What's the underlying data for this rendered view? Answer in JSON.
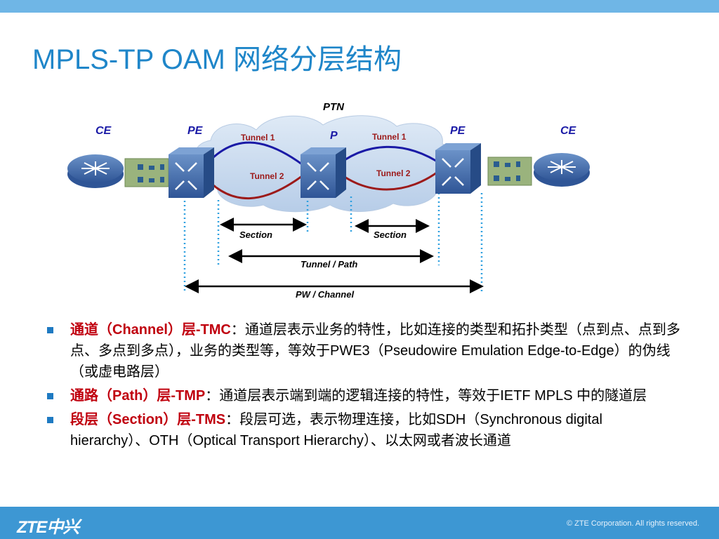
{
  "slide": {
    "title": "MPLS-TP OAM 网络分层结构"
  },
  "diagram": {
    "cloud_label": "PTN",
    "nodes": {
      "ce_left": "CE",
      "pe_left": "PE",
      "p_mid": "P",
      "pe_right": "PE",
      "ce_right": "CE"
    },
    "tunnel_labels": {
      "left_tunnel1": "Tunnel 1",
      "left_tunnel2": "Tunnel 2",
      "right_tunnel1": "Tunnel 1",
      "right_tunnel2": "Tunnel 2"
    },
    "spans": {
      "section_left": "Section",
      "section_right": "Section",
      "tunnel_path": "Tunnel / Path",
      "pw_channel": "PW / Channel"
    },
    "colors": {
      "tunnel1": "#1a1aa6",
      "tunnel2": "#9c1a1a",
      "cloud": "#c5d9ee",
      "node": "#3a6fb0",
      "dotted": "#2ea0e0"
    },
    "icons": [
      "router-icon",
      "switch-icon",
      "arrow-icon"
    ]
  },
  "bullets": [
    {
      "heading": "通道（Channel）层-TMC",
      "sep": "：",
      "text": "通道层表示业务的特性，比如连接的类型和拓扑类型（点到点、点到多点、多点到多点），业务的类型等，等效于PWE3（Pseudowire Emulation Edge-to-Edge）的伪线（或虚电路层）"
    },
    {
      "heading": "通路（Path）层-TMP",
      "sep": "：",
      "text": "通道层表示端到端的逻辑连接的特性，等效于IETF MPLS 中的隧道层"
    },
    {
      "heading": "段层（Section）层-TMS",
      "sep": "：",
      "text": "段层可选，表示物理连接，比如SDH（Synchronous digital hierarchy）、OTH（Optical Transport Hierarchy）、以太网或者波长通道"
    }
  ],
  "footer": {
    "logo": "ZTE中兴",
    "copyright": "© ZTE Corporation. All rights reserved."
  }
}
